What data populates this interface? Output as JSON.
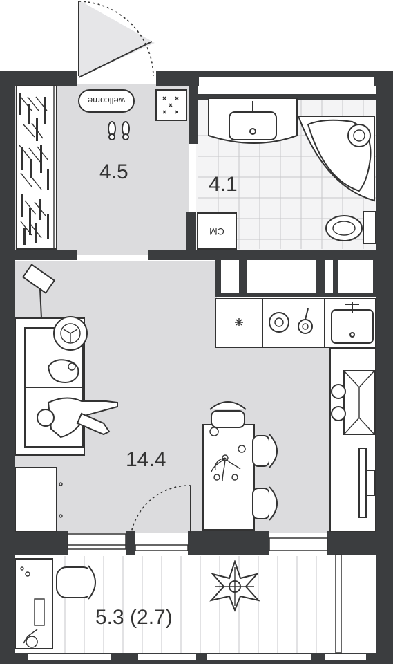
{
  "rooms": {
    "hall": "4.5",
    "bathroom": "4.1",
    "living": "14.4",
    "balcony": "5.3 (2.7)"
  },
  "labels": {
    "doormat": "wellcome",
    "washing_machine": "CM"
  },
  "colors": {
    "wall": "#3b3d3f",
    "floor": "#dcdcde",
    "line": "#333333",
    "furniture": "#ffffff"
  }
}
